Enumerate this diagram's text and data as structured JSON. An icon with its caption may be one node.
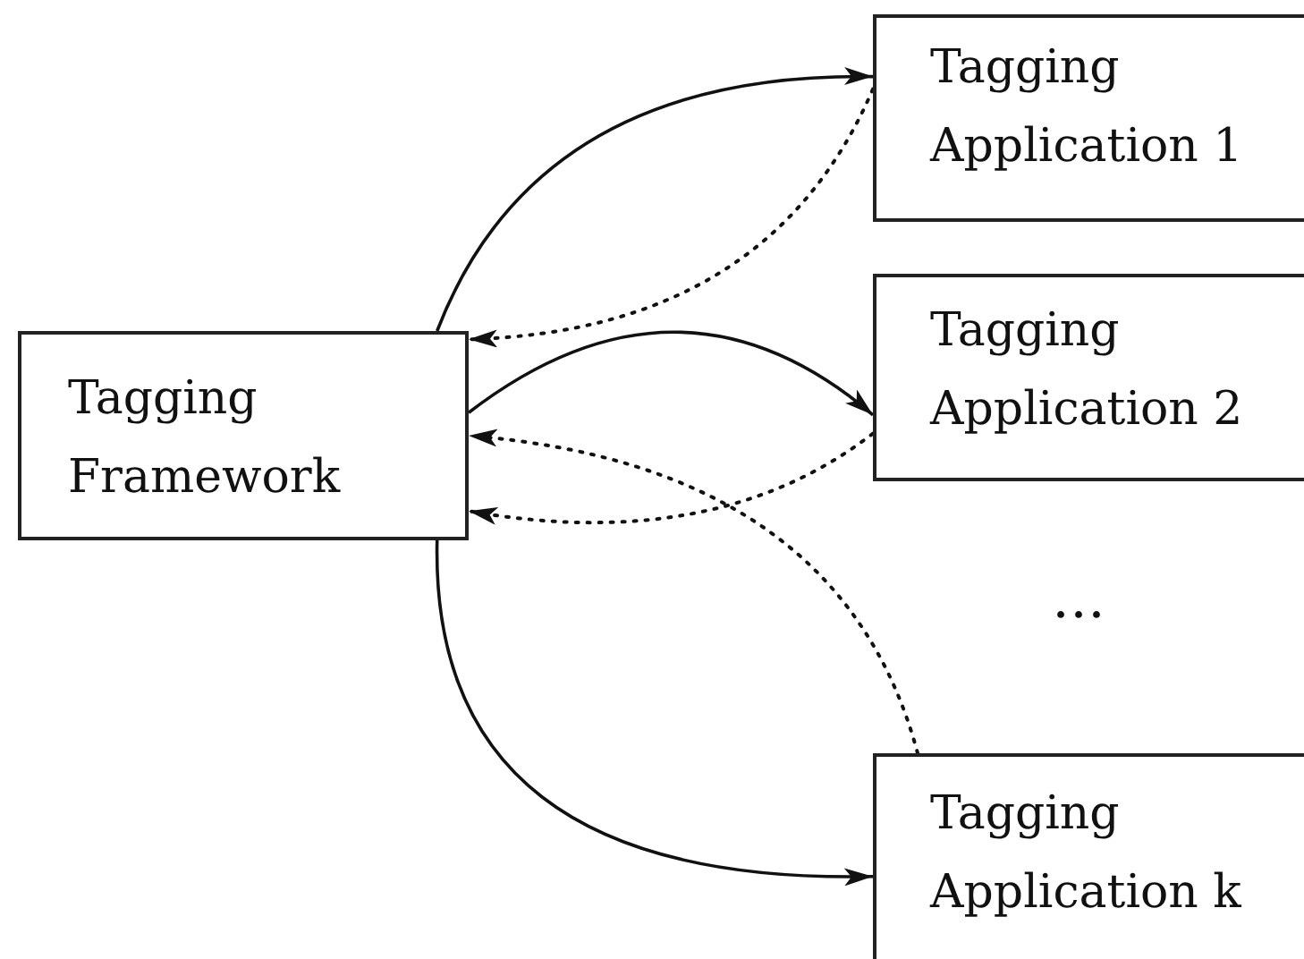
{
  "diagram": {
    "nodes": [
      {
        "text": [
          "Tagging Framework"
        ]
      },
      {
        "text": [
          "Tagging Application 1"
        ]
      },
      {
        "text": [
          "Tagging Application 2"
        ]
      },
      {
        "text": [
          "Tagging Application k"
        ]
      }
    ],
    "edges": [
      {
        "from": 0,
        "to": 1,
        "arrow": "to"
      },
      {
        "from": 1,
        "to": 0,
        "arrow": "to",
        "style": "dashed"
      },
      {
        "from": 0,
        "to": 2,
        "arrow": "to"
      },
      {
        "from": 2,
        "to": 0,
        "arrow": "to",
        "style": "dashed"
      },
      {
        "from": 3,
        "to": 0,
        "arrow": "to",
        "style": "dashed"
      },
      {
        "from": 0,
        "to": 3,
        "arrow": "to"
      }
    ],
    "labels": [
      "…"
    ]
  }
}
